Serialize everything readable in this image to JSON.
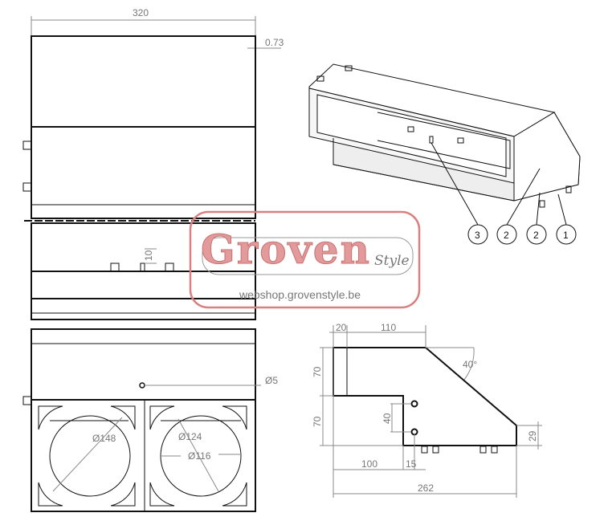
{
  "front_views": {
    "width_dim": "320",
    "thickness_dim": "0.73",
    "tab_height_dim": "10",
    "hole_dim": "Ø5",
    "outer_circle_dim": "Ø148",
    "mid_circle_dim": "Ø124",
    "inner_circle_dim": "Ø116"
  },
  "iso_view": {
    "balloons": [
      "3",
      "2",
      "2",
      "1"
    ]
  },
  "side_view": {
    "dim_top_left": "20",
    "dim_top": "110",
    "dim_upper_height": "70",
    "dim_lower_height": "70",
    "dim_hole_spacing": "40",
    "dim_front_height": "29",
    "dim_angle": "40°",
    "dim_lower_depth": "100",
    "dim_hole_offset": "15",
    "dim_total_depth": "262"
  },
  "watermark": {
    "brand": "Groven",
    "sub": "Style",
    "url": "webshop.grovenstyle.be",
    "color": "#d98080"
  }
}
